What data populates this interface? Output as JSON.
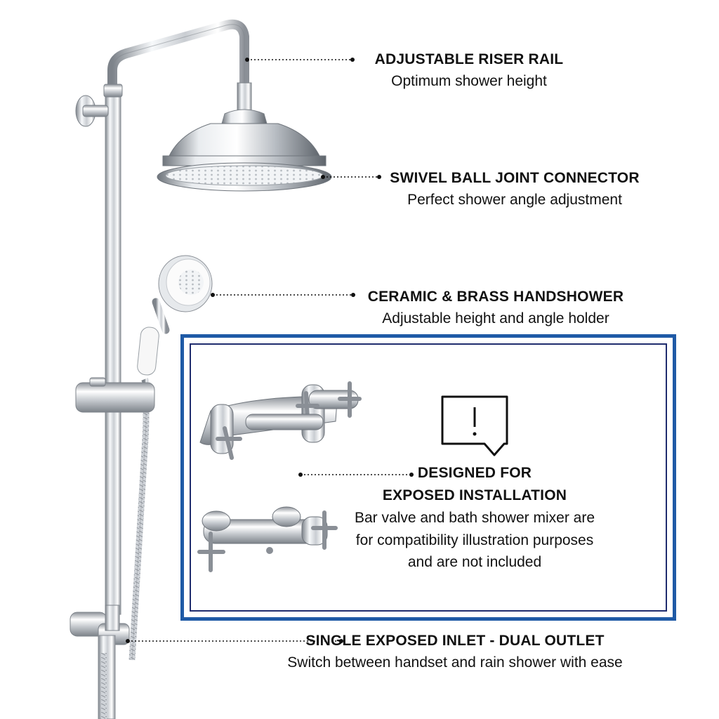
{
  "features": [
    {
      "title": "ADJUSTABLE RISER RAIL",
      "subtitle": "Optimum shower height"
    },
    {
      "title": "SWIVEL BALL JOINT CONNECTOR",
      "subtitle": "Perfect shower angle adjustment"
    },
    {
      "title": "CERAMIC & BRASS HANDSHOWER",
      "subtitle": "Adjustable height and angle holder"
    },
    {
      "title": "SINGLE EXPOSED INLET - DUAL OUTLET",
      "subtitle": "Switch between handset and rain shower with ease"
    }
  ],
  "notice": {
    "title_line1": "DESIGNED FOR",
    "title_line2": "EXPOSED INSTALLATION",
    "body_line1": "Bar valve and bath shower mixer are",
    "body_line2": "for compatibility illustration purposes",
    "body_line3": "and are not included",
    "icon": "speech-bubble-exclamation-icon"
  },
  "colors": {
    "frame_blue": "#1f5aa6",
    "chrome_dark": "#8a8f96",
    "chrome_light": "#f4f6f8"
  }
}
